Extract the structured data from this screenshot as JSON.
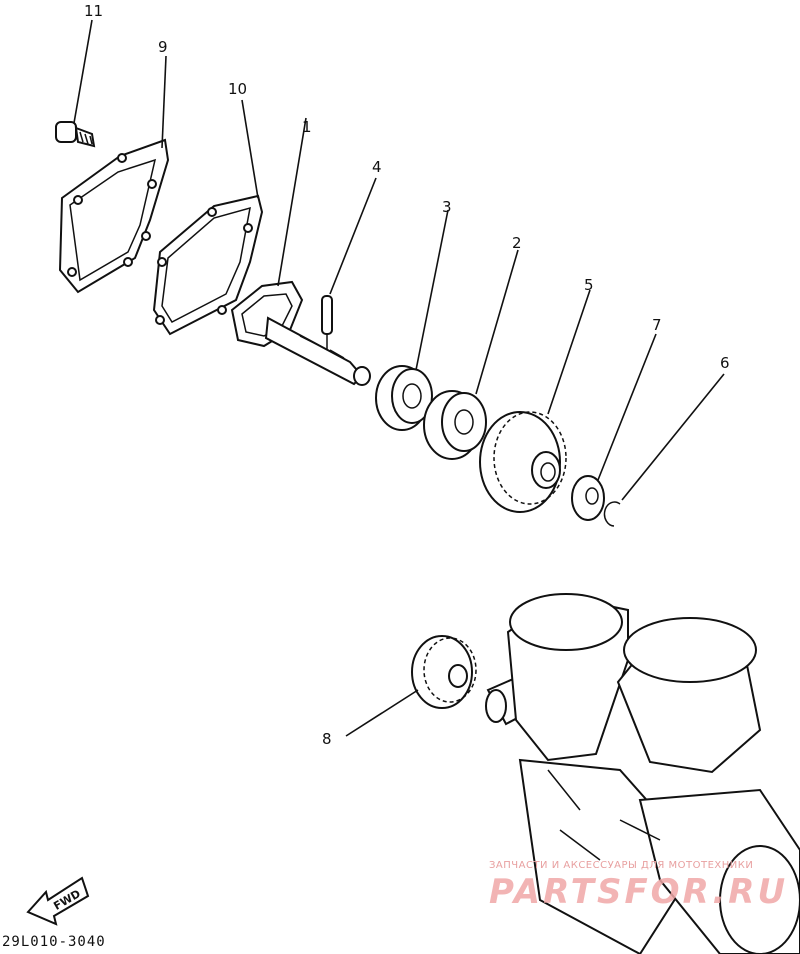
{
  "callouts": {
    "c1": "1",
    "c2": "2",
    "c3": "3",
    "c4": "4",
    "c5": "5",
    "c6": "6",
    "c7": "7",
    "c8": "8",
    "c9": "9",
    "c10": "10",
    "c11": "11"
  },
  "fwd_label": "FWD",
  "diagram_code": "29L010-3040",
  "watermark": {
    "line1": "ЗАПЧАСТИ И АКСЕССУАРЫ ДЛЯ МОТОТЕХНИКИ",
    "line2": "PARTSFOR.RU"
  }
}
